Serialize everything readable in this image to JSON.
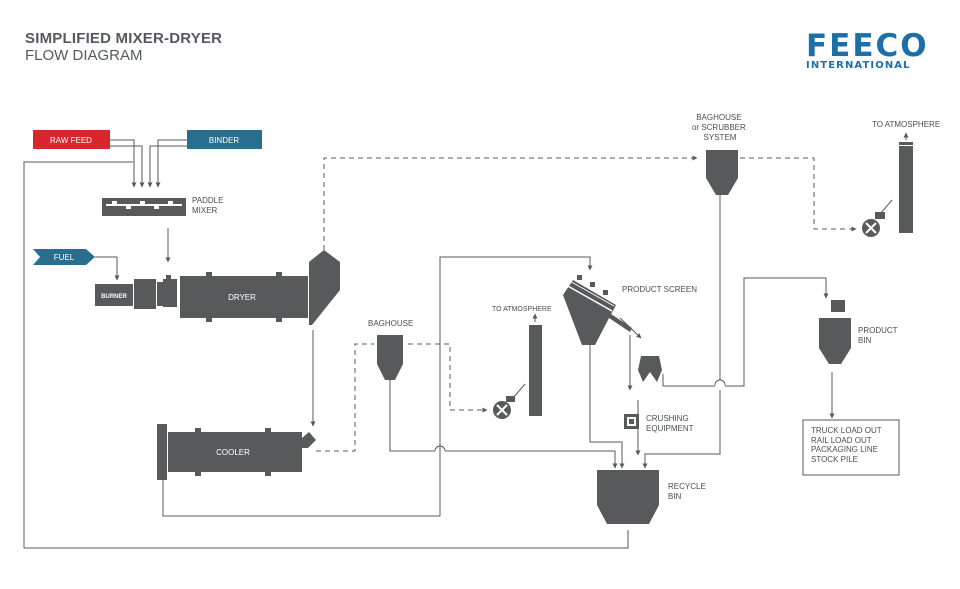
{
  "title": {
    "line1": "SIMPLIFIED MIXER-DRYER",
    "line2": "FLOW DIAGRAM"
  },
  "logo": {
    "main": "FEECO",
    "sub": "INTERNATIONAL"
  },
  "colors": {
    "equipment": "#58595b",
    "raw_feed": "#d9262c",
    "binder": "#2a6e8f",
    "fuel": "#2a6e8f",
    "logo": "#1d6fa9"
  },
  "labels": {
    "raw_feed": "RAW FEED",
    "binder": "BINDER",
    "fuel": "FUEL",
    "paddle_mixer": [
      "PADDLE",
      "MIXER"
    ],
    "burner": "BURNER",
    "dryer": "DRYER",
    "cooler": "COOLER",
    "baghouse": "BAGHOUSE",
    "baghouse_scrubber": [
      "BAGHOUSE",
      "or SCRUBBER",
      "SYSTEM"
    ],
    "to_atmosphere_1": "TO ATMOSPHERE",
    "to_atmosphere_2": "TO ATMOSPHERE",
    "product_screen": "PRODUCT SCREEN",
    "crushing_equipment": [
      "CRUSHING",
      "EQUIPMENT"
    ],
    "recycle_bin": [
      "RECYCLE",
      "BIN"
    ],
    "product_bin": [
      "PRODUCT",
      "BIN"
    ]
  },
  "destinations": [
    "TRUCK LOAD OUT",
    "RAIL LOAD OUT",
    "PACKAGING LINE",
    "STOCK PILE"
  ]
}
